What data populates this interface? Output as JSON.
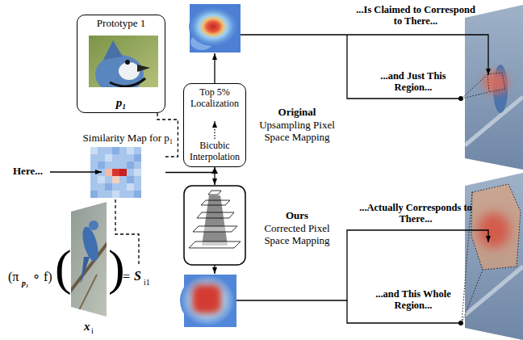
{
  "diagram": {
    "nodes": [
      {
        "text": [
          "Prototype 1",
          "p₁"
        ]
      },
      {
        "text": [
          "Similarity Map for p₁"
        ]
      },
      {
        "text": [
          "Top 5% Localization",
          "Bicubic Interpolation"
        ]
      }
    ],
    "edges": [
      {
        "from": 0,
        "to": 1,
        "arrow": "none"
      },
      {
        "from": 1,
        "to": 2,
        "arrow": "to"
      }
    ],
    "labels": [
      "Here...",
      "Original",
      "Upsampling Pixel Space Mapping",
      "Ours",
      "Corrected Pixel Space Mapping",
      "...Is Claimed to Correspond to There...",
      "...and Just This Region...",
      "...Actually Corresponds to There...",
      "...and This Whole Region...",
      "(π",
      "p₁",
      "∘ f)",
      "(",
      ")",
      "=",
      "S",
      "i1",
      "x",
      "i"
    ]
  }
}
